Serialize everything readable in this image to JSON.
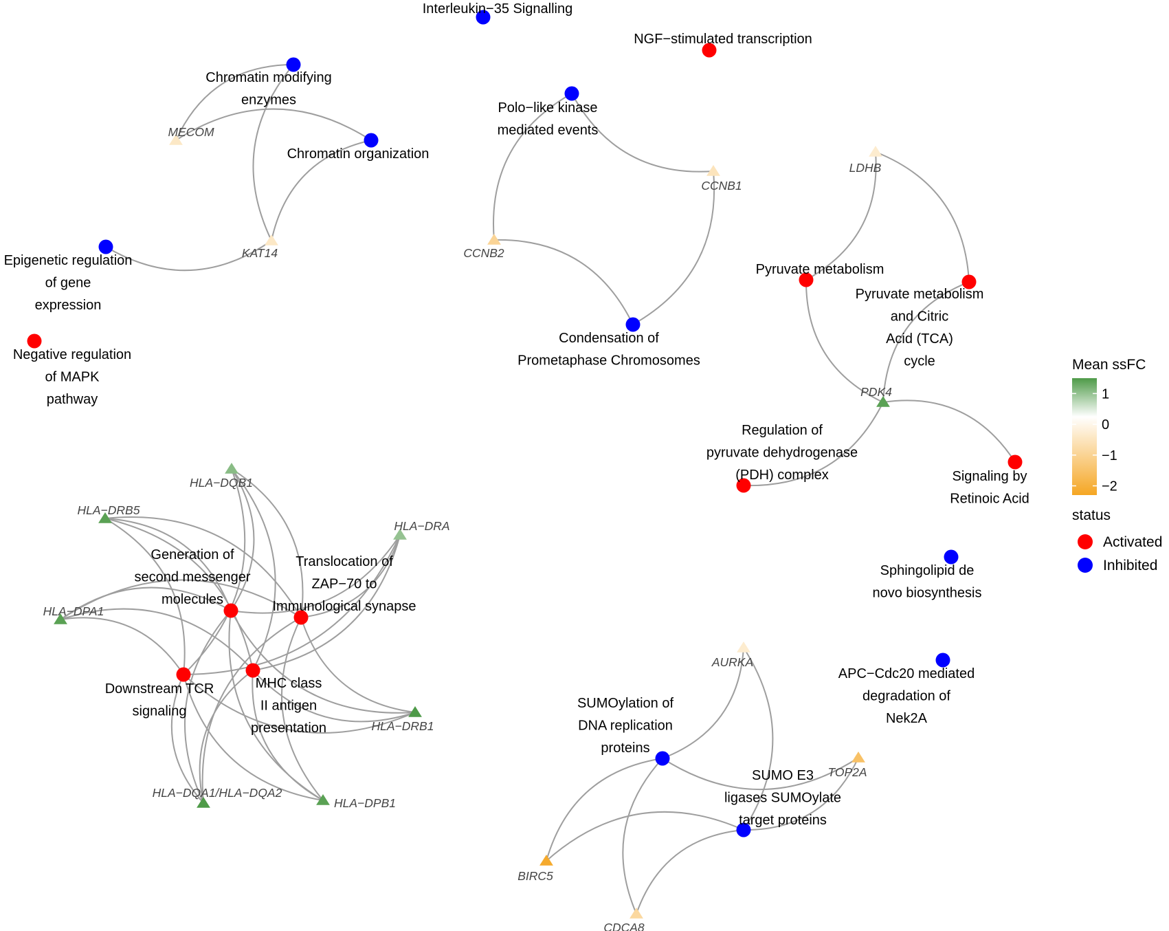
{
  "legend": {
    "fill_title": "Mean ssFC",
    "fill_ticks": [
      "1",
      "0",
      "−1",
      "−2"
    ],
    "gradient_colors": {
      "high": "#4e9a48",
      "mid": "#ffffff",
      "low": "#f5a623"
    },
    "status_title": "status",
    "status_items": [
      {
        "label": "Activated",
        "color": "#ff0000"
      },
      {
        "label": "Inhibited",
        "color": "#0000ff"
      }
    ]
  },
  "pathways": [
    {
      "id": "il35",
      "lines": [
        "Interleukin−35 Signalling"
      ],
      "status": "Inhibited"
    },
    {
      "id": "ngf",
      "lines": [
        "NGF−stimulated transcription"
      ],
      "status": "Activated"
    },
    {
      "id": "chrom_mod",
      "lines": [
        "Chromatin modifying",
        "enzymes"
      ],
      "status": "Inhibited"
    },
    {
      "id": "chrom_org",
      "lines": [
        "Chromatin organization"
      ],
      "status": "Inhibited"
    },
    {
      "id": "epigen",
      "lines": [
        "Epigenetic regulation",
        "of gene",
        "expression"
      ],
      "status": "Inhibited"
    },
    {
      "id": "neg_mapk",
      "lines": [
        "Negative regulation",
        "of MAPK",
        "pathway"
      ],
      "status": "Activated"
    },
    {
      "id": "polo",
      "lines": [
        "Polo−like kinase",
        "mediated events"
      ],
      "status": "Inhibited"
    },
    {
      "id": "condens",
      "lines": [
        "Condensation of",
        "Prometaphase Chromosomes"
      ],
      "status": "Inhibited"
    },
    {
      "id": "pyr",
      "lines": [
        "Pyruvate metabolism"
      ],
      "status": "Activated"
    },
    {
      "id": "pyr_tca",
      "lines": [
        "Pyruvate metabolism",
        "and Citric",
        "Acid (TCA)",
        "cycle"
      ],
      "status": "Activated"
    },
    {
      "id": "pdh",
      "lines": [
        "Regulation of",
        "pyruvate dehydrogenase",
        "(PDH) complex"
      ],
      "status": "Activated"
    },
    {
      "id": "retinoic",
      "lines": [
        "Signaling by",
        "Retinoic Acid"
      ],
      "status": "Activated"
    },
    {
      "id": "sphingo",
      "lines": [
        "Sphingolipid de",
        "novo biosynthesis"
      ],
      "status": "Inhibited"
    },
    {
      "id": "apc",
      "lines": [
        "APC−Cdc20 mediated",
        "degradation of",
        "Nek2A"
      ],
      "status": "Inhibited"
    },
    {
      "id": "second_msg",
      "lines": [
        "Generation of",
        "second messenger",
        "molecules"
      ],
      "status": "Activated"
    },
    {
      "id": "zap70",
      "lines": [
        "Translocation of",
        "ZAP−70 to",
        "Immunological synapse"
      ],
      "status": "Activated"
    },
    {
      "id": "tcr",
      "lines": [
        "Downstream TCR",
        "signaling"
      ],
      "status": "Activated"
    },
    {
      "id": "mhc2",
      "lines": [
        "MHC class",
        "II antigen",
        "presentation"
      ],
      "status": "Activated"
    },
    {
      "id": "sumo_dna",
      "lines": [
        "SUMOylation of",
        "DNA replication",
        "proteins"
      ],
      "status": "Inhibited"
    },
    {
      "id": "sumo_e3",
      "lines": [
        "SUMO E3",
        "ligases SUMOylate",
        "target proteins"
      ],
      "status": "Inhibited"
    }
  ],
  "genes": [
    {
      "id": "MECOM",
      "label": "MECOM",
      "ssfc": -0.6
    },
    {
      "id": "KAT14",
      "label": "KAT14",
      "ssfc": -0.6
    },
    {
      "id": "CCNB1",
      "label": "CCNB1",
      "ssfc": -0.7
    },
    {
      "id": "CCNB2",
      "label": "CCNB2",
      "ssfc": -1.1
    },
    {
      "id": "LDHB",
      "label": "LDHB",
      "ssfc": -0.5
    },
    {
      "id": "PDK4",
      "label": "PDK4",
      "ssfc": 1.4
    },
    {
      "id": "HLA-DQB1",
      "label": "HLA−DQB1",
      "ssfc": 1.0
    },
    {
      "id": "HLA-DRB5",
      "label": "HLA−DRB5",
      "ssfc": 1.4
    },
    {
      "id": "HLA-DRA",
      "label": "HLA−DRA",
      "ssfc": 0.9
    },
    {
      "id": "HLA-DPA1",
      "label": "HLA−DPA1",
      "ssfc": 1.4
    },
    {
      "id": "HLA-DRB1",
      "label": "HLA−DRB1",
      "ssfc": 1.5
    },
    {
      "id": "HLA-DQA1/HLA-DQA2",
      "label": "HLA−DQA1/HLA−DQA2",
      "ssfc": 1.5
    },
    {
      "id": "HLA-DPB1",
      "label": "HLA−DPB1",
      "ssfc": 1.4
    },
    {
      "id": "AURKA",
      "label": "AURKA",
      "ssfc": -0.5
    },
    {
      "id": "TOP2A",
      "label": "TOP2A",
      "ssfc": -1.6
    },
    {
      "id": "BIRC5",
      "label": "BIRC5",
      "ssfc": -2.2
    },
    {
      "id": "CDCA8",
      "label": "CDCA8",
      "ssfc": -1.0
    }
  ],
  "edges": [
    [
      "chrom_mod",
      "MECOM"
    ],
    [
      "chrom_mod",
      "KAT14"
    ],
    [
      "chrom_org",
      "MECOM"
    ],
    [
      "chrom_org",
      "KAT14"
    ],
    [
      "epigen",
      "KAT14"
    ],
    [
      "polo",
      "CCNB1"
    ],
    [
      "polo",
      "CCNB2"
    ],
    [
      "condens",
      "CCNB1"
    ],
    [
      "condens",
      "CCNB2"
    ],
    [
      "pyr",
      "LDHB"
    ],
    [
      "pyr",
      "PDK4"
    ],
    [
      "pyr_tca",
      "LDHB"
    ],
    [
      "pyr_tca",
      "PDK4"
    ],
    [
      "pdh",
      "PDK4"
    ],
    [
      "retinoic",
      "PDK4"
    ],
    [
      "second_msg",
      "HLA-DQB1"
    ],
    [
      "second_msg",
      "HLA-DRB5"
    ],
    [
      "second_msg",
      "HLA-DRA"
    ],
    [
      "second_msg",
      "HLA-DPA1"
    ],
    [
      "second_msg",
      "HLA-DRB1"
    ],
    [
      "second_msg",
      "HLA-DQA1/HLA-DQA2"
    ],
    [
      "second_msg",
      "HLA-DPB1"
    ],
    [
      "zap70",
      "HLA-DQB1"
    ],
    [
      "zap70",
      "HLA-DRB5"
    ],
    [
      "zap70",
      "HLA-DRA"
    ],
    [
      "zap70",
      "HLA-DPA1"
    ],
    [
      "zap70",
      "HLA-DRB1"
    ],
    [
      "zap70",
      "HLA-DQA1/HLA-DQA2"
    ],
    [
      "zap70",
      "HLA-DPB1"
    ],
    [
      "tcr",
      "HLA-DQB1"
    ],
    [
      "tcr",
      "HLA-DRB5"
    ],
    [
      "tcr",
      "HLA-DRA"
    ],
    [
      "tcr",
      "HLA-DPA1"
    ],
    [
      "tcr",
      "HLA-DRB1"
    ],
    [
      "tcr",
      "HLA-DQA1/HLA-DQA2"
    ],
    [
      "tcr",
      "HLA-DPB1"
    ],
    [
      "mhc2",
      "HLA-DQB1"
    ],
    [
      "mhc2",
      "HLA-DRB5"
    ],
    [
      "mhc2",
      "HLA-DRA"
    ],
    [
      "mhc2",
      "HLA-DPA1"
    ],
    [
      "mhc2",
      "HLA-DRB1"
    ],
    [
      "mhc2",
      "HLA-DQA1/HLA-DQA2"
    ],
    [
      "mhc2",
      "HLA-DPB1"
    ],
    [
      "sumo_dna",
      "AURKA"
    ],
    [
      "sumo_dna",
      "TOP2A"
    ],
    [
      "sumo_dna",
      "BIRC5"
    ],
    [
      "sumo_dna",
      "CDCA8"
    ],
    [
      "sumo_e3",
      "AURKA"
    ],
    [
      "sumo_e3",
      "TOP2A"
    ],
    [
      "sumo_e3",
      "BIRC5"
    ],
    [
      "sumo_e3",
      "CDCA8"
    ]
  ]
}
